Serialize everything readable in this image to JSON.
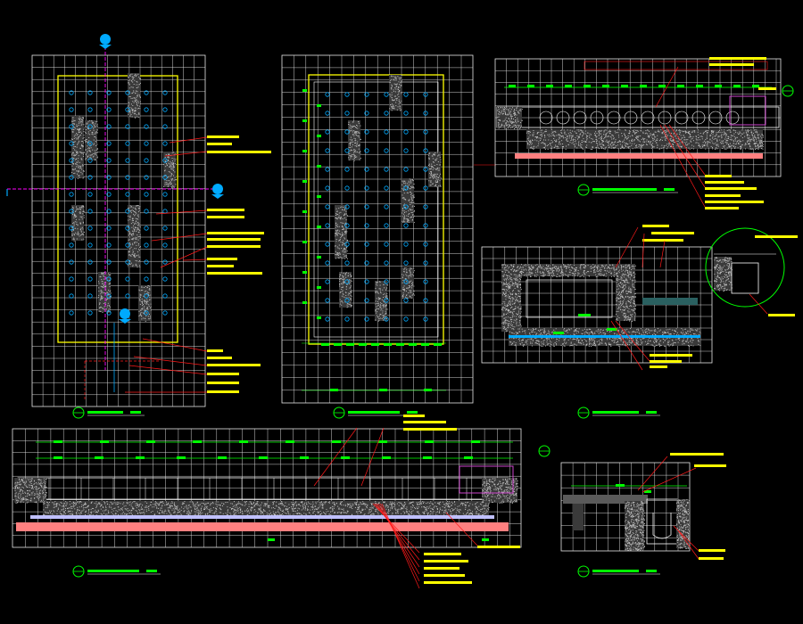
{
  "drawing": {
    "background": "#000000",
    "colors": {
      "grid": "#e8e8e8",
      "outline": "#ffffff",
      "paving": "#ffff00",
      "dim": "#00ff00",
      "leader": "#ff1a1a",
      "label": "#ffff00",
      "axis": "#ff00ff",
      "marker": "#00aaff",
      "hatch": "#bfbfbf",
      "base": "#ff8080"
    },
    "icons": [
      "section-marker-icon",
      "detail-bubble-icon",
      "grid-axis-icon"
    ],
    "views": [
      {
        "id": "plan-a"
      },
      {
        "id": "plan-b"
      },
      {
        "id": "section-a"
      },
      {
        "id": "section-b"
      },
      {
        "id": "section-long"
      },
      {
        "id": "detail"
      }
    ]
  }
}
